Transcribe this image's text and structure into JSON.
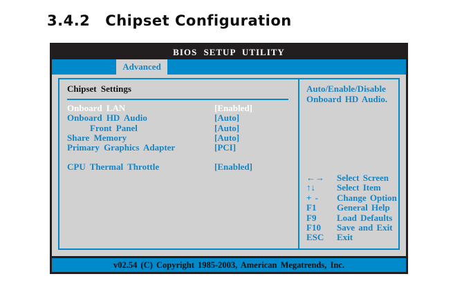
{
  "page": {
    "heading_number": "3.4.2",
    "heading_title": "Chipset Configuration"
  },
  "bios": {
    "title": "BIOS SETUP UTILITY",
    "tab": "Advanced",
    "section_title": "Chipset Settings",
    "options": [
      {
        "label": "Onboard LAN",
        "value": "[Enabled]",
        "selected": true
      },
      {
        "label": "Onboard HD Audio",
        "value": "[Auto]"
      },
      {
        "label": "Front Panel",
        "value": "[Auto]",
        "indent": true
      },
      {
        "label": "Share Memory",
        "value": "[Auto]"
      },
      {
        "label": "Primary Graphics Adapter",
        "value": "[PCI]"
      },
      {
        "label": "CPU Thermal Throttle",
        "value": "[Enabled]",
        "gap_before": true
      }
    ],
    "help_text": [
      "Auto/Enable/Disable",
      "Onboard HD Audio."
    ],
    "keys": [
      {
        "key": "←→",
        "action": "Select Screen"
      },
      {
        "key": "↑↓",
        "action": "Select Item"
      },
      {
        "key": "+ -",
        "action": "Change Option"
      },
      {
        "key": "F1",
        "action": "General Help"
      },
      {
        "key": "F9",
        "action": "Load Defaults"
      },
      {
        "key": "F10",
        "action": "Save and Exit"
      },
      {
        "key": "ESC",
        "action": "Exit"
      }
    ],
    "footer": "v02.54 (C) Copyright 1985-2003, American Megatrends, Inc.",
    "colors": {
      "accent_blue": "#0089cb",
      "text_blue": "#1585c5",
      "content_gray": "#d1d1d1",
      "bar_black": "#221e1f",
      "selected_text": "#ffffff"
    }
  }
}
